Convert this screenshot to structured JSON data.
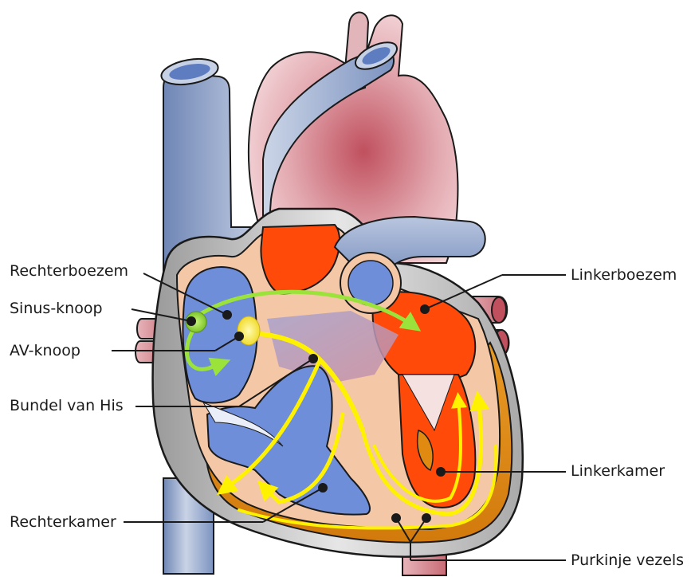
{
  "colors": {
    "vein_blue": "#8FA3C6",
    "artery_pink": "#D99AA0",
    "oxygenated_red": "#FF4A0A",
    "deoxygenated_blue": "#6E8ED9",
    "myocardium_orange": "#E08A12",
    "conduction_yellow": "#FFF200",
    "sinus_green": "#9BE33A",
    "outline": "#1a1a1a"
  },
  "labels": {
    "rechterboezem": "Rechterboezem",
    "sinus_knoop": "Sinus-knoop",
    "av_knoop": "AV-knoop",
    "bundel_van_his": "Bundel van His",
    "rechterkamer": "Rechterkamer",
    "linkerboezem": "Linkerboezem",
    "linkerkamer": "Linkerkamer",
    "purkinje_vezels": "Purkinje vezels"
  }
}
